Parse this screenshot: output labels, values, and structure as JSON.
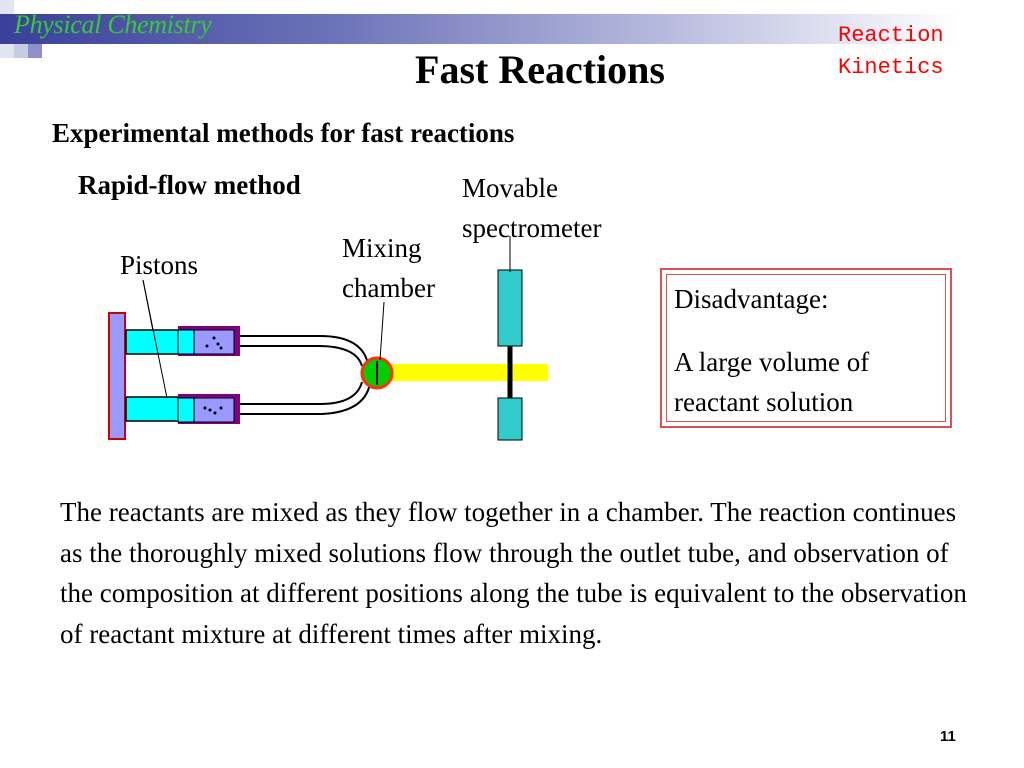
{
  "header": {
    "course": "Physical Chemistry",
    "topic": "Reaction Kinetics"
  },
  "slide": {
    "title": "Fast Reactions",
    "subtitle": "Experimental methods for fast reactions",
    "method": "Rapid-flow method",
    "page_number": "11"
  },
  "diagram": {
    "labels": {
      "spectrometer": "Movable spectrometer",
      "mixing_chamber": "Mixing chamber",
      "pistons": "Pistons"
    },
    "colors": {
      "plate": "#9999ff",
      "piston": "#00ffff",
      "syringe_border": "#800080",
      "syringe_fill": "#9999ff",
      "chamber_fill": "#00cc00",
      "chamber_ring": "#ff3300",
      "outlet_tube": "#ffff00",
      "spectrometer": "#33cccc"
    }
  },
  "disadvantage": {
    "title": "Disadvantage:",
    "text": "A large volume of reactant solution"
  },
  "description": "The reactants are mixed as they flow together in a chamber. The reaction continues as the thoroughly mixed solutions flow through the outlet tube, and observation of the composition at different positions along the tube is equivalent to the observation of reactant mixture at different times after mixing."
}
